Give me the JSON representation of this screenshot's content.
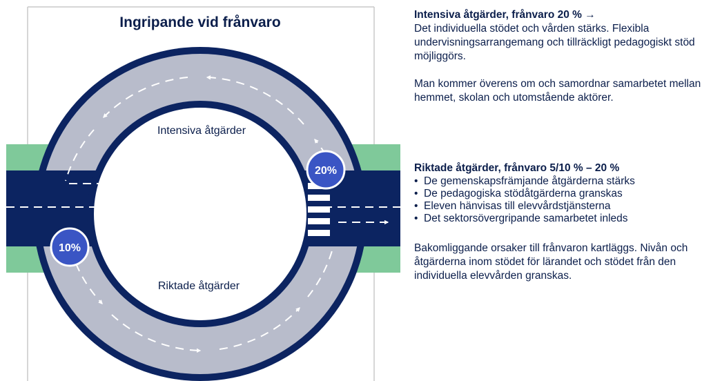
{
  "diagram": {
    "title": "Ingripande vid frånvaro",
    "upper_label": "Intensiva åtgärder",
    "lower_label": "Riktade åtgärder",
    "badge_high": "20%",
    "badge_low": "10%",
    "colors": {
      "road": "#0c2461",
      "ring_border": "#0c2461",
      "ring_fill": "#b8bccb",
      "grass": "#7fc99a",
      "badge": "#3a55c4",
      "frame": "#c8c8c8"
    }
  },
  "sections": [
    {
      "heading": "Intensiva åtgärder, frånvaro 20 % →",
      "paragraphs": [
        "Det individuella stödet och vården stärks. Flexibla undervisningsarrangemang och tillräckligt pedagogiskt stöd möjliggörs.",
        "Man kommer överens om och samordnar samarbetet mellan hemmet, skolan och utomstående aktörer."
      ]
    },
    {
      "heading": "Riktade åtgärder, frånvaro  5/10 % – 20 %",
      "bullets": [
        "De gemenskapsfrämjande åtgärderna stärks",
        "De pedagogiska stödåtgärderna granskas",
        "Eleven hänvisas till elevvårdstjänsterna",
        "Det sektorsövergripande samarbetet inleds"
      ],
      "paragraphs": [
        "Bakomliggande orsaker till frånvaron kartläggs. Nivån och åtgärderna inom stödet för lärandet och stödet från den individuella elevvården granskas."
      ]
    }
  ]
}
